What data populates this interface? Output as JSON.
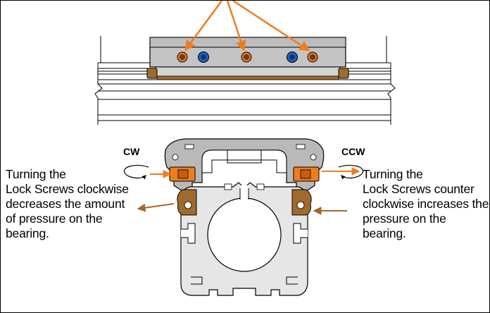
{
  "labels": {
    "cw": "CW",
    "ccw": "CCW",
    "left_text": [
      "Turning the",
      "Lock Screws clockwise",
      "decreases the amount",
      "of pressure on the",
      "bearing."
    ],
    "right_text": [
      "Turning the",
      "Lock Screws counter",
      "clockwise increases the",
      "pressure on the",
      "bearing."
    ]
  },
  "colors": {
    "lock_screw": "#f07d1c",
    "adjust_screw": "#1d5fb8",
    "bearing_pad": "#a06a2c",
    "arrow_orange": "#f07d1c",
    "arrow_brown": "#a8652a",
    "carriage_gray": "#b9b9b9",
    "rail_gray": "#dcdcdc"
  },
  "icons": {
    "lock_screw": "hex-socket-screw-icon",
    "adjust_screw": "round-socket-screw-icon",
    "rotation": "rotation-arrow-icon"
  }
}
